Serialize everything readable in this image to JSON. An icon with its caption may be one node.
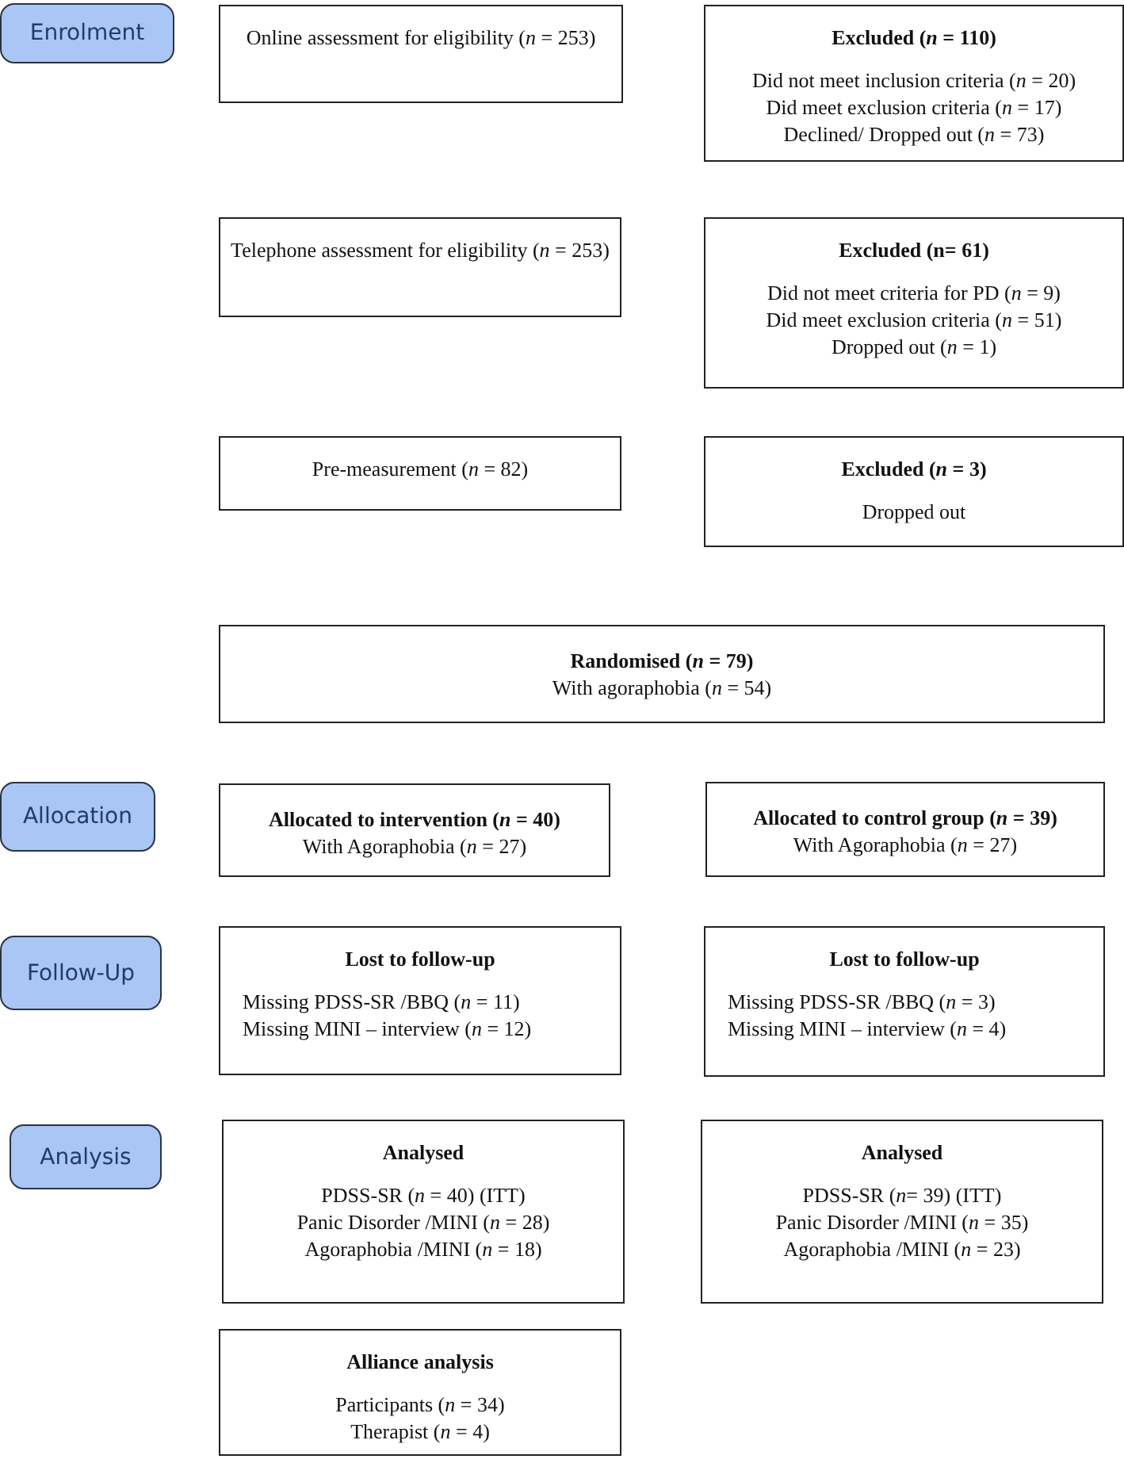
{
  "diagram": {
    "nodes": [
      {
        "text": [
          "Enrolment"
        ]
      },
      {
        "text": [
          "Online assessment for eligibility (*n* = 253)"
        ]
      },
      {
        "text": [
          "Excluded (*n* = 110)",
          "Did not meet inclusion criteria (*n* = 20)",
          "Did meet exclusion criteria (*n* = 17)",
          "Declined/ Dropped out (*n* = 73)"
        ]
      },
      {
        "text": [
          "Telephone assessment for eligibility (*n* = 253)"
        ]
      },
      {
        "text": [
          "Excluded (n= 61)",
          "Did not meet criteria for PD (*n* = 9)",
          "Did meet exclusion criteria (*n* = 51)",
          "Dropped out (*n* = 1)"
        ]
      },
      {
        "text": [
          "Pre-measurement (*n* = 82)"
        ]
      },
      {
        "text": [
          "Excluded (*n* = 3)",
          "Dropped out"
        ]
      },
      {
        "text": [
          "Randomised (*n* = 79)",
          "With agoraphobia (*n* = 54)"
        ]
      },
      {
        "text": [
          "Allocation"
        ]
      },
      {
        "text": [
          "Allocated to intervention (*n* = 40)",
          "With Agoraphobia (*n* = 27)"
        ]
      },
      {
        "text": [
          "Allocated to control group (*n* = 39)",
          "With Agoraphobia (*n* = 27)"
        ]
      },
      {
        "text": [
          "Follow-Up"
        ]
      },
      {
        "text": [
          "Lost to follow-up",
          "Missing PDSS-SR /BBQ (*n* = 11)",
          "Missing MINI – interview (*n* = 12)"
        ]
      },
      {
        "text": [
          "Lost to follow-up",
          "Missing PDSS-SR /BBQ (*n* = 3)",
          "Missing MINI – interview (*n* = 4)"
        ]
      },
      {
        "text": [
          "Analysis"
        ]
      },
      {
        "text": [
          "Analysed",
          "PDSS-SR (*n* = 40) (ITT)",
          "Panic Disorder /MINI (*n* = 28)",
          "Agoraphobia /MINI (*n* = 18)"
        ]
      },
      {
        "text": [
          "Analysed",
          "PDSS-SR (*n*= 39) (ITT)",
          "Panic Disorder /MINI (*n* = 35)",
          "Agoraphobia /MINI (*n* = 23)"
        ]
      },
      {
        "text": [
          "Alliance analysis",
          "Participants (*n* = 34)",
          "Therapist (*n* = 4)"
        ]
      }
    ]
  }
}
